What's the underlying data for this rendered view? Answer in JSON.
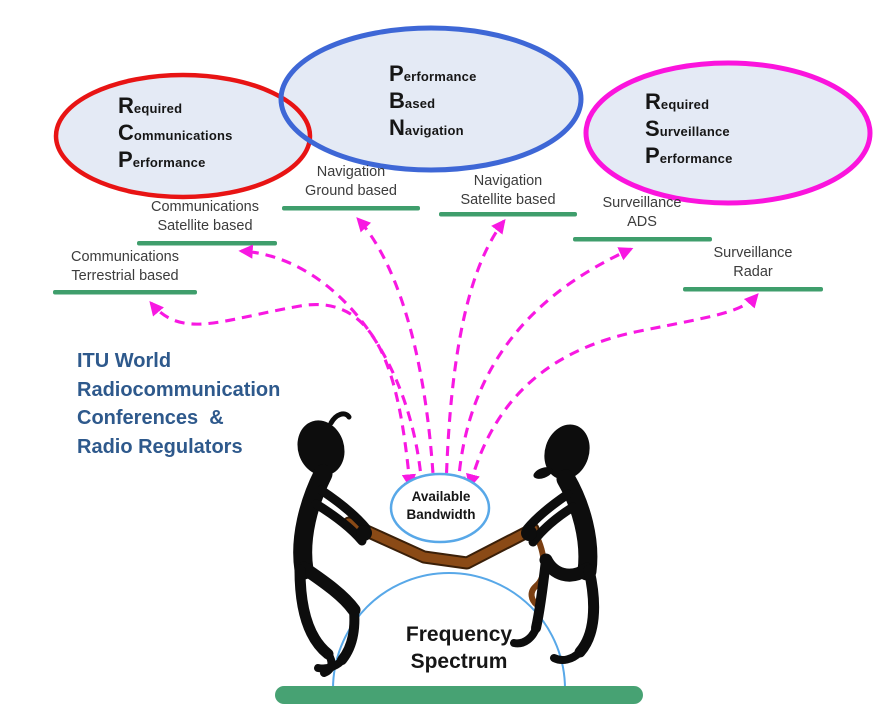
{
  "ellipses": {
    "rcp": {
      "name": "Required Communications Performance",
      "border_color": "#e81414",
      "lines": [
        {
          "big": "R",
          "rest": "equired"
        },
        {
          "big": "C",
          "rest": "ommunications"
        },
        {
          "big": "P",
          "rest": "erformance"
        }
      ]
    },
    "pbn": {
      "name": "Performance Based Navigation",
      "border_color": "#3e67d6",
      "lines": [
        {
          "big": "P",
          "rest": "erformance"
        },
        {
          "big": "B",
          "rest": "ased"
        },
        {
          "big": "N",
          "rest": "avigation"
        }
      ]
    },
    "rsp": {
      "name": "Required Surveillance Performance",
      "border_color": "#fb14dd",
      "lines": [
        {
          "big": "R",
          "rest": "equired"
        },
        {
          "big": "S",
          "rest": "urveillance"
        },
        {
          "big": "P",
          "rest": "erformance"
        }
      ]
    }
  },
  "service_labels": {
    "comm_satellite": {
      "line1": "Communications",
      "line2": "Satellite based"
    },
    "comm_terrestrial": {
      "line1": "Communications",
      "line2": "Terrestrial based"
    },
    "nav_ground": {
      "line1": "Navigation",
      "line2": "Ground based"
    },
    "nav_satellite": {
      "line1": "Navigation",
      "line2": "Satellite based"
    },
    "surv_ads": {
      "line1": "Surveillance",
      "line2": "ADS"
    },
    "surv_radar": {
      "line1": "Surveillance",
      "line2": "Radar"
    }
  },
  "itu_caption": {
    "color": "#2e598c",
    "lines": [
      "ITU World",
      "Radiocommunication",
      "Conferences  &",
      "Radio Regulators"
    ]
  },
  "bandwidth_bubble": {
    "line1": "Available",
    "line2": "Bandwidth"
  },
  "spectrum_dome": {
    "line1": "Frequency",
    "line2": "Spectrum"
  },
  "colors": {
    "ellipse_fill": "#e4eaf5",
    "rcp_border": "#e81414",
    "pbn_border": "#3e67d6",
    "rsp_border": "#fb14dd",
    "arrow_magenta": "#f818e2",
    "underline_green": "#3f9e6c",
    "base_bar_green": "#47a273",
    "bubble_outline_blue": "#58a8e8",
    "itu_text_blue": "#2e598c",
    "rope_brown": "#8a4a16",
    "figure_black": "#0d0d0d"
  }
}
